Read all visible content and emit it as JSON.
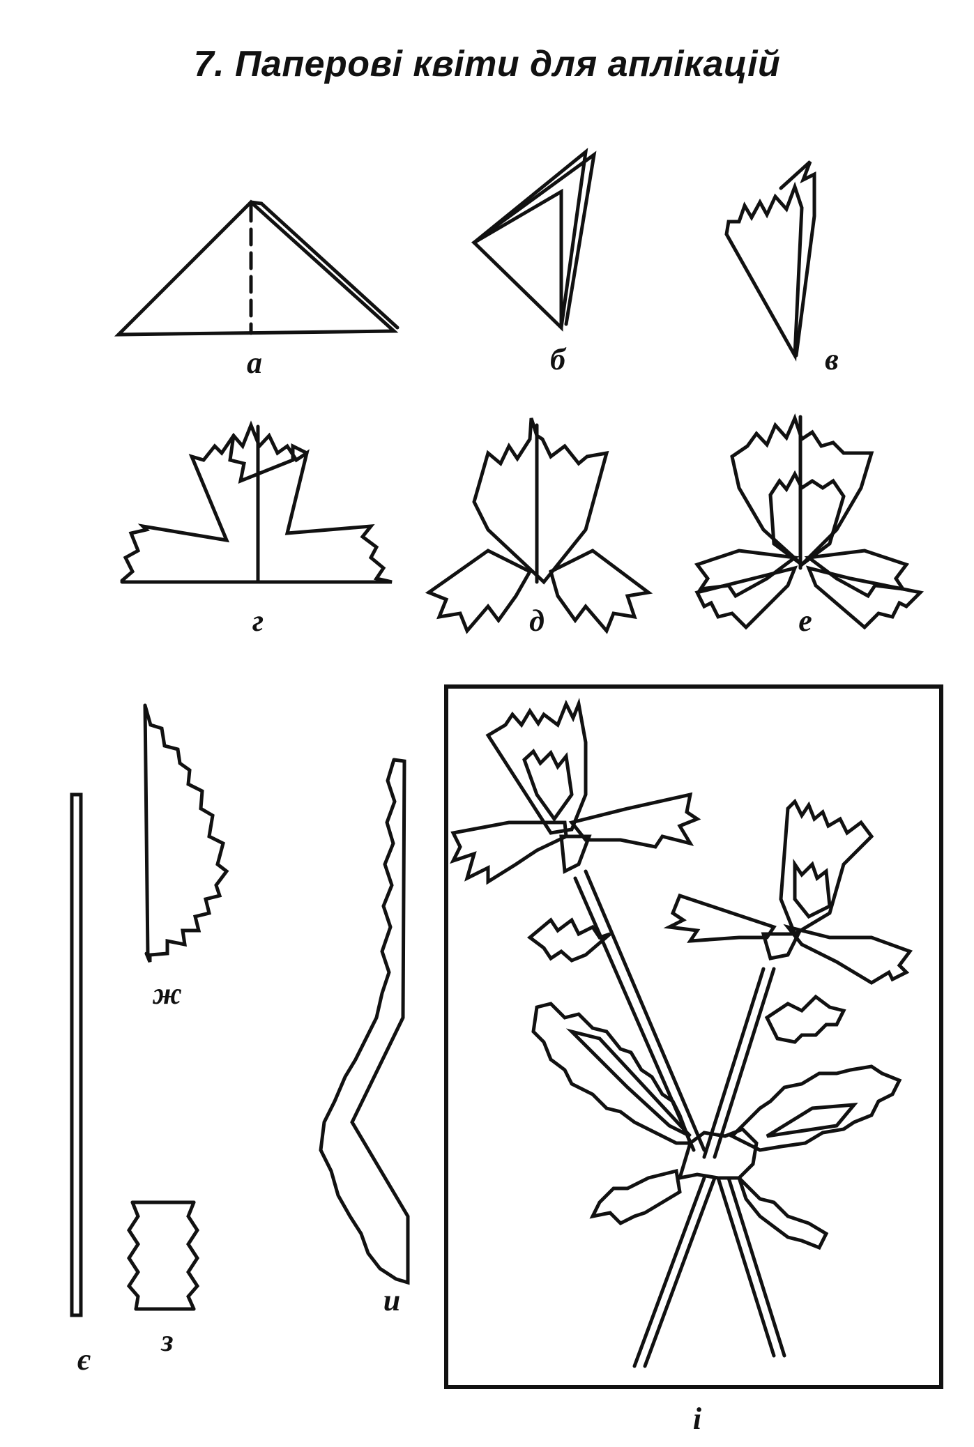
{
  "title": "7. Паперові квіти для аплікацій",
  "labels": {
    "a": "а",
    "b": "б",
    "v": "в",
    "h": "г",
    "d": "д",
    "e": "е",
    "ye": "є",
    "zh": "ж",
    "z": "з",
    "y": "и",
    "i": "і"
  }
}
